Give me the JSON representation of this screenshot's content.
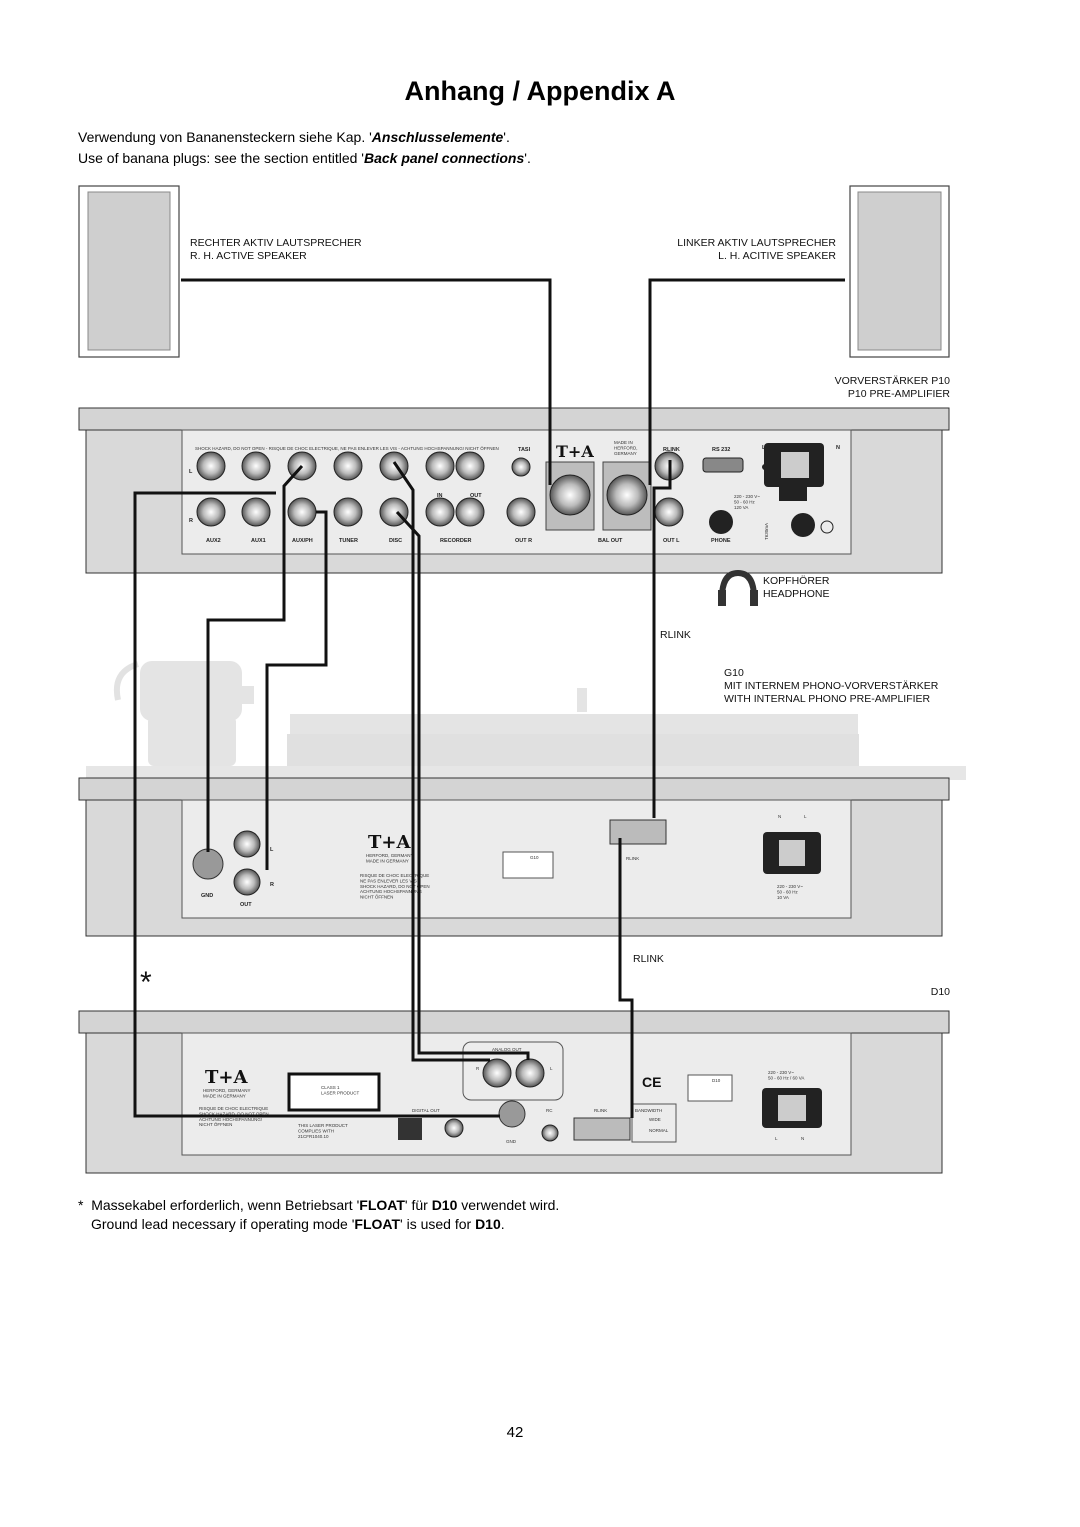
{
  "page_title": "Anhang / Appendix A",
  "intro": {
    "de_prefix": "Verwendung von Bananensteckern siehe Kap. '",
    "de_emph": "Anschlusselemente",
    "de_suffix": "'.",
    "en_prefix": "Use of banana plugs: see the section entitled '",
    "en_emph": "Back panel connections",
    "en_suffix": "'."
  },
  "speakers": {
    "right_de": "RECHTER AKTIV LAUTSPRECHER",
    "right_en": "R. H. ACTIVE SPEAKER",
    "left_de": "LINKER AKTIV LAUTSPRECHER",
    "left_en": "L. H. ACITIVE SPEAKER"
  },
  "p10": {
    "name_de": "VORVERSTÄRKER  P10",
    "name_en": "P10 PRE-AMPLIFIER",
    "warning": "SHOCK HAZARD, DO NOT OPEN  -  RISQUE DE CHOC ELECTRIQUE, NE PAS ENLEVER LES VIS  -  ACHTUNG HOCHSPANNUNG! NICHT ÖFFNEN",
    "tasi": "TASI",
    "brand": "T+A",
    "made_in": "MADE IN\nHERFORD,\nGERMANY",
    "rlink": "RLINK",
    "rs232": "RS 232",
    "in_label": "IN",
    "out_label": "OUT",
    "inputs": [
      "AUX2",
      "AUX1",
      "AUX/PH",
      "TUNER",
      "DISC",
      "RECORDER"
    ],
    "out_r": "OUT  R",
    "bal_out": "BAL  OUT",
    "out_l": "OUT  L",
    "phone": "PHONE",
    "power": "220 - 230 V~\n50 - 60 Hz\n120 VA",
    "fuse": "T630mA",
    "l": "L",
    "r": "R",
    "n": "N"
  },
  "headphone": {
    "de": "KOPFHÖRER",
    "en": "HEADPHONE"
  },
  "rlink_label_1": "RLINK",
  "g10": {
    "name": "G10",
    "desc_de": "MIT INTERNEM PHONO-VORVERSTÄRKER",
    "desc_en": "WITH INTERNAL PHONO PRE-AMPLIFIER",
    "gnd": "GND",
    "out": "OUT",
    "l": "L",
    "r": "R",
    "brand": "T+A",
    "made": "HERFORD, GERMANY\nMADE IN GERMANY",
    "warn": "RISQUE DE CHOC ELECTRIQUE\nNE PAS ENLEVER LES VIS\nSHOCK HAZARD, DO NOT OPEN\nACHTUNG HOCHSPANNUNG\nNICHT ÖFFNEN",
    "rlink": "RLINK",
    "model": "G10",
    "power": "220 - 230 V~\n50 - 60 Hz\n10 VA",
    "n": "N",
    "ln": "L"
  },
  "rlink_label_2": "RLINK",
  "asterisk": "*",
  "d10": {
    "name": "D10",
    "brand": "T+A",
    "made": "HERFORD, GERMANY\nMADE IN GERMANY",
    "warn": "RISQUE DE CHOC ELECTRIQUE\nSHOCK HAZARD, DO NOT OPEN\nACHTUNG HOCHSPANNUNG!\nNICHT ÖFFNEN",
    "laser": "CLASS 1\nLASER PRODUCT",
    "complies": "THIS LASER PRODUCT\nCOMPLIES WITH\n21CFR1040.10",
    "analog_out": "ANALOG OUT",
    "digital_out": "DIGITAL  OUT",
    "gnd": "GND",
    "rc": "RC",
    "rlink": "RLINK",
    "bandwidth": "BANDWIDTH",
    "wide": "WIDE",
    "normal": "NORMAL",
    "model": "D10",
    "power": "220 - 230 V~\n50 - 60 Hz  /  60 VA",
    "l": "L",
    "r": "R",
    "n": "N"
  },
  "footnote": {
    "line1_star": "*",
    "line1_a": "Massekabel erforderlich, wenn Betriebsart '",
    "line1_b": "FLOAT",
    "line1_c": "' für ",
    "line1_d": "D10",
    "line1_e": " verwendet wird.",
    "line2_a": "Ground lead necessary if operating mode '",
    "line2_b": "FLOAT",
    "line2_c": "' is used for ",
    "line2_d": "D10",
    "line2_e": "."
  },
  "page_number": "42",
  "colors": {
    "device_body": "#d4d4d4",
    "panel": "#ececec",
    "cable": "#111111"
  }
}
